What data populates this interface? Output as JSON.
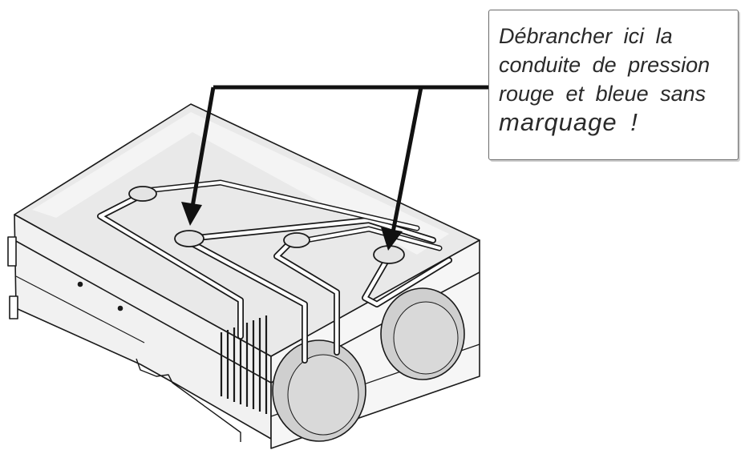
{
  "callout": {
    "line1": "Débrancher ici la",
    "line2": "conduite de pression",
    "line3": "rouge et bleue sans",
    "line4": "marquage !"
  }
}
